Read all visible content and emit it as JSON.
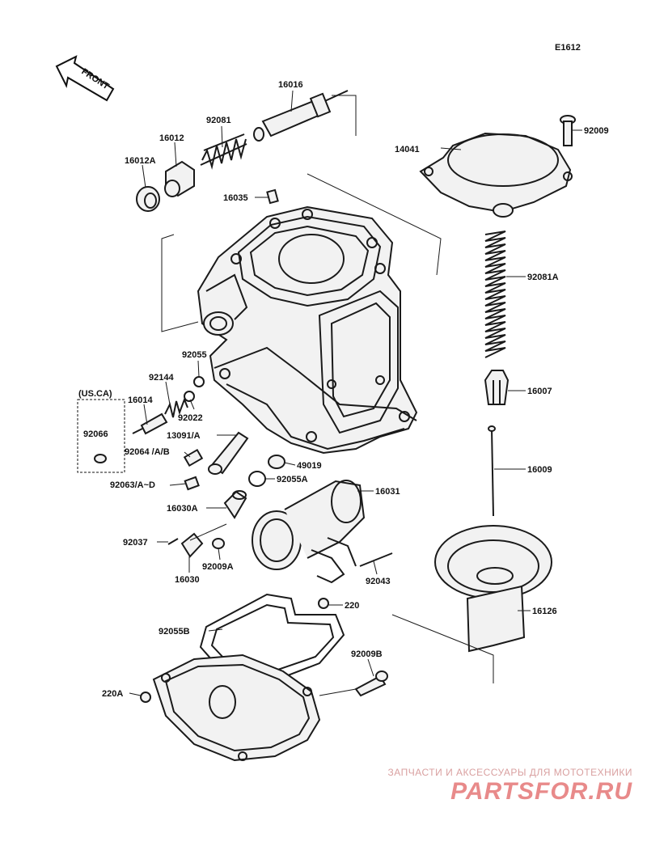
{
  "diagram": {
    "code": "E1612",
    "front_label": "FRONT",
    "region_label": "(US.CA)",
    "parts": {
      "p16016": "16016",
      "p92081": "92081",
      "p16012": "16012",
      "p16012A": "16012A",
      "p16035": "16035",
      "p14041": "14041",
      "p92009": "92009",
      "p92081A": "92081A",
      "p16007": "16007",
      "p16009": "16009",
      "p92055": "92055",
      "p92144": "92144",
      "p16014": "16014",
      "p92022": "92022",
      "p92066": "92066",
      "p13091A": "13091/A",
      "p92064": "92064 /A/B",
      "p49019": "49019",
      "p92063": "92063/A~D",
      "p92055A": "92055A",
      "p16031": "16031",
      "p16030A": "16030A",
      "p92037": "92037",
      "p92009A": "92009A",
      "p16030": "16030",
      "p92043": "92043",
      "p220": "220",
      "p16126": "16126",
      "p92055B": "92055B",
      "p92009B": "92009B",
      "p220A": "220A"
    }
  },
  "watermark": {
    "subtitle": "ЗАПЧАСТИ И АКСЕССУАРЫ ДЛЯ МОТОТЕХНИКИ",
    "brand": "PARTSFOR.RU"
  }
}
